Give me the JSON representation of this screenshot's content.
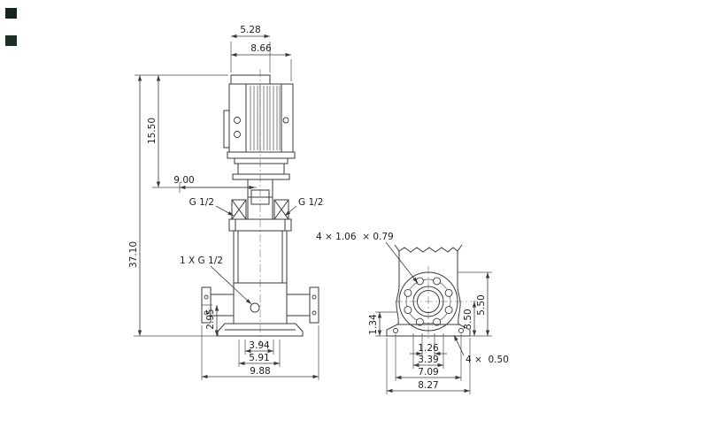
{
  "sheet": {
    "background": "#ffffff",
    "line_color": "#3a3a3a"
  },
  "front_view": {
    "dims": {
      "cap_width": "5.28",
      "motor_width": "8.66",
      "motor_height": "15.50",
      "head_clearance": "9.00",
      "total_height": "37.10",
      "port_center_height": "2.95",
      "foot_span": "3.94",
      "flange_span": "5.91",
      "overall_width": "9.88"
    },
    "labels": {
      "vent_left": "G 1/2",
      "vent_right": "G 1/2",
      "drain": "1 X G 1/2"
    }
  },
  "side_view": {
    "dims": {
      "base_ledge": "1.34",
      "port_center": "3.50",
      "flange_top": "5.50",
      "slot_span": "1.26",
      "foot_span": "3.39",
      "bolt_span": "7.09",
      "base_width": "8.27"
    },
    "labels": {
      "flange_holes": "4 × 1.06  × 0.79",
      "base_holes": "4 ×  0.50"
    }
  }
}
